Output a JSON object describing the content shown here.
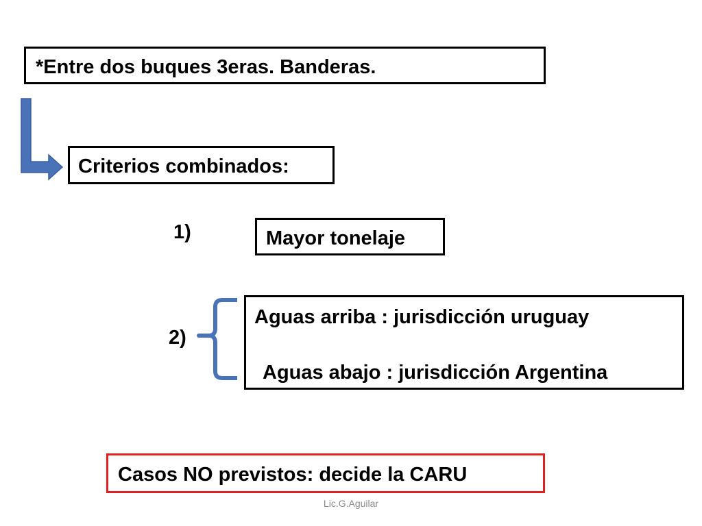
{
  "boxes": {
    "entre": "*Entre  dos  buques  3eras. Banderas.",
    "criterios": "Criterios combinados:",
    "mayor": "Mayor  tonelaje",
    "aguas_arriba": "Aguas arriba : jurisdicción uruguay",
    "aguas_abajo": "Aguas abajo :  jurisdicción Argentina",
    "caru": "Casos NO previstos:  decide la CARU"
  },
  "labels": {
    "one": "1)",
    "two": "2)"
  },
  "footer": "Lic.G.Aguilar",
  "colors": {
    "arrow": "#4a72b8",
    "caru_border": "#e02020",
    "box_border": "#000000",
    "footer_text": "#8a8a8a"
  },
  "icons": {
    "arrow": "bent-down-right-arrow-icon",
    "brace": "left-curly-brace-icon"
  }
}
